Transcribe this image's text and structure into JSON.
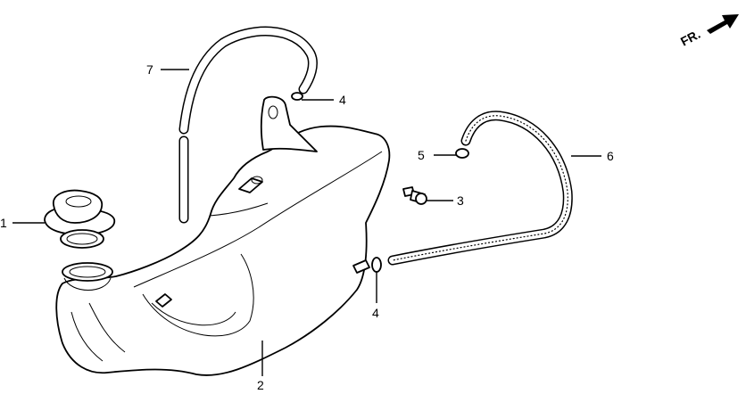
{
  "front_indicator": {
    "text": "FR."
  },
  "callouts": [
    {
      "id": "c1",
      "text": "1"
    },
    {
      "id": "c2",
      "text": "2"
    },
    {
      "id": "c3",
      "text": "3"
    },
    {
      "id": "c4a",
      "text": "4"
    },
    {
      "id": "c4b",
      "text": "4"
    },
    {
      "id": "c5",
      "text": "5"
    },
    {
      "id": "c6",
      "text": "6"
    },
    {
      "id": "c7",
      "text": "7"
    }
  ]
}
